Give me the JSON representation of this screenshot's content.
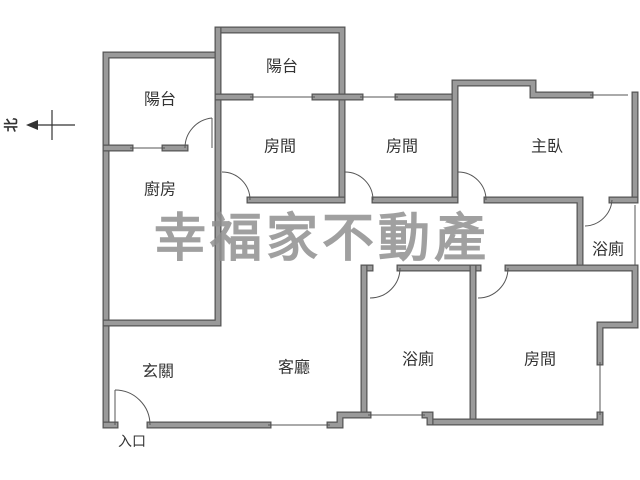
{
  "north_label": "北",
  "watermark": "幸福家不動產",
  "rooms": {
    "balcony_left": "陽台",
    "balcony_top": "陽台",
    "bedroom_1": "房間",
    "bedroom_2": "房間",
    "master_bedroom": "主臥",
    "kitchen": "廚房",
    "bathroom_master": "浴廁",
    "foyer": "玄關",
    "living_room": "客廳",
    "bathroom_2": "浴廁",
    "bedroom_3": "房間"
  },
  "entrance": "入口",
  "colors": {
    "wall": "#9a9a9a",
    "watermark": "#8f8f8f"
  }
}
